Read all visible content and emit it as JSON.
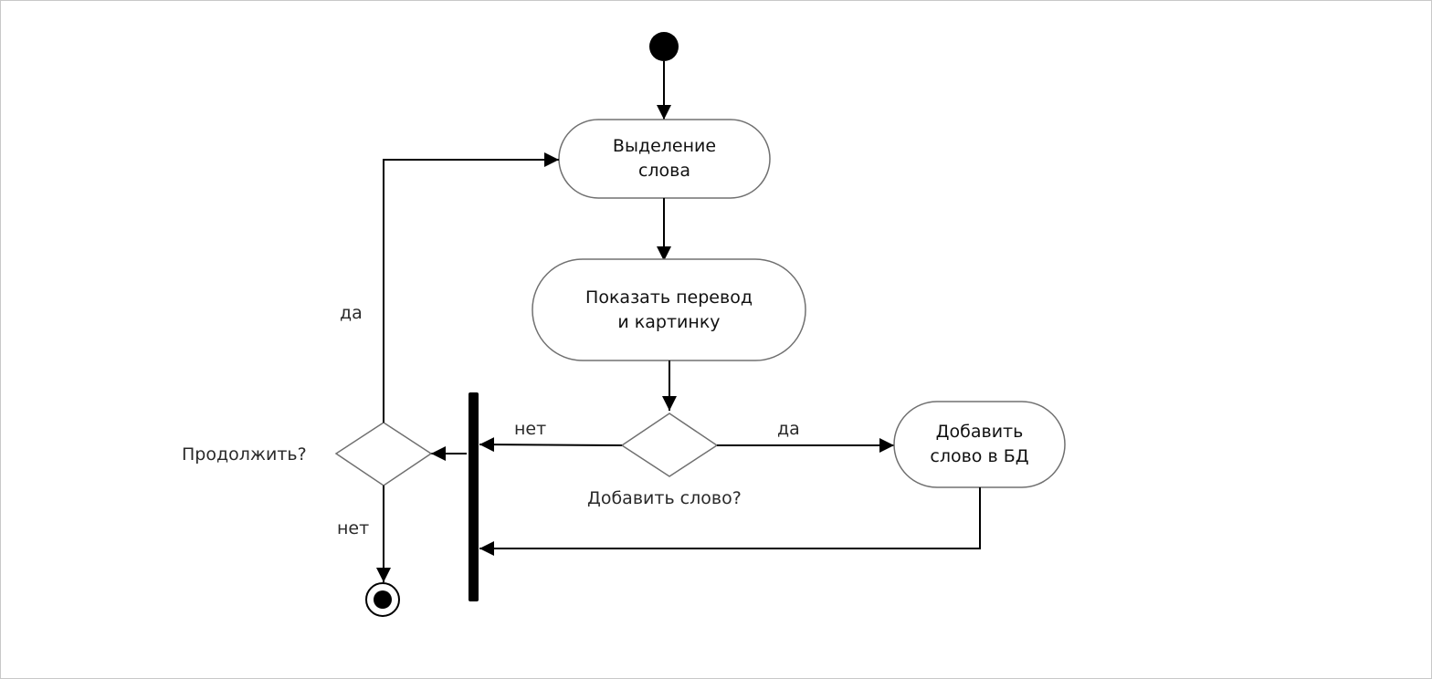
{
  "diagram": {
    "nodes": {
      "select_word": {
        "line1": "Выделение",
        "line2": "слова"
      },
      "show_translation": {
        "line1": "Показать перевод",
        "line2": "и картинку"
      },
      "add_to_db": {
        "line1": "Добавить",
        "line2": "слово в БД"
      },
      "decision_add": {
        "label": "Добавить слово?"
      },
      "decision_continue": {
        "label": "Продолжить?"
      }
    },
    "edges": {
      "add_yes": "да",
      "add_no": "нет",
      "continue_yes": "да",
      "continue_no": "нет"
    }
  },
  "colors": {
    "stroke": "#5a5a5a",
    "arrow": "#000000",
    "fill": "#ffffff",
    "bar": "#000000"
  }
}
